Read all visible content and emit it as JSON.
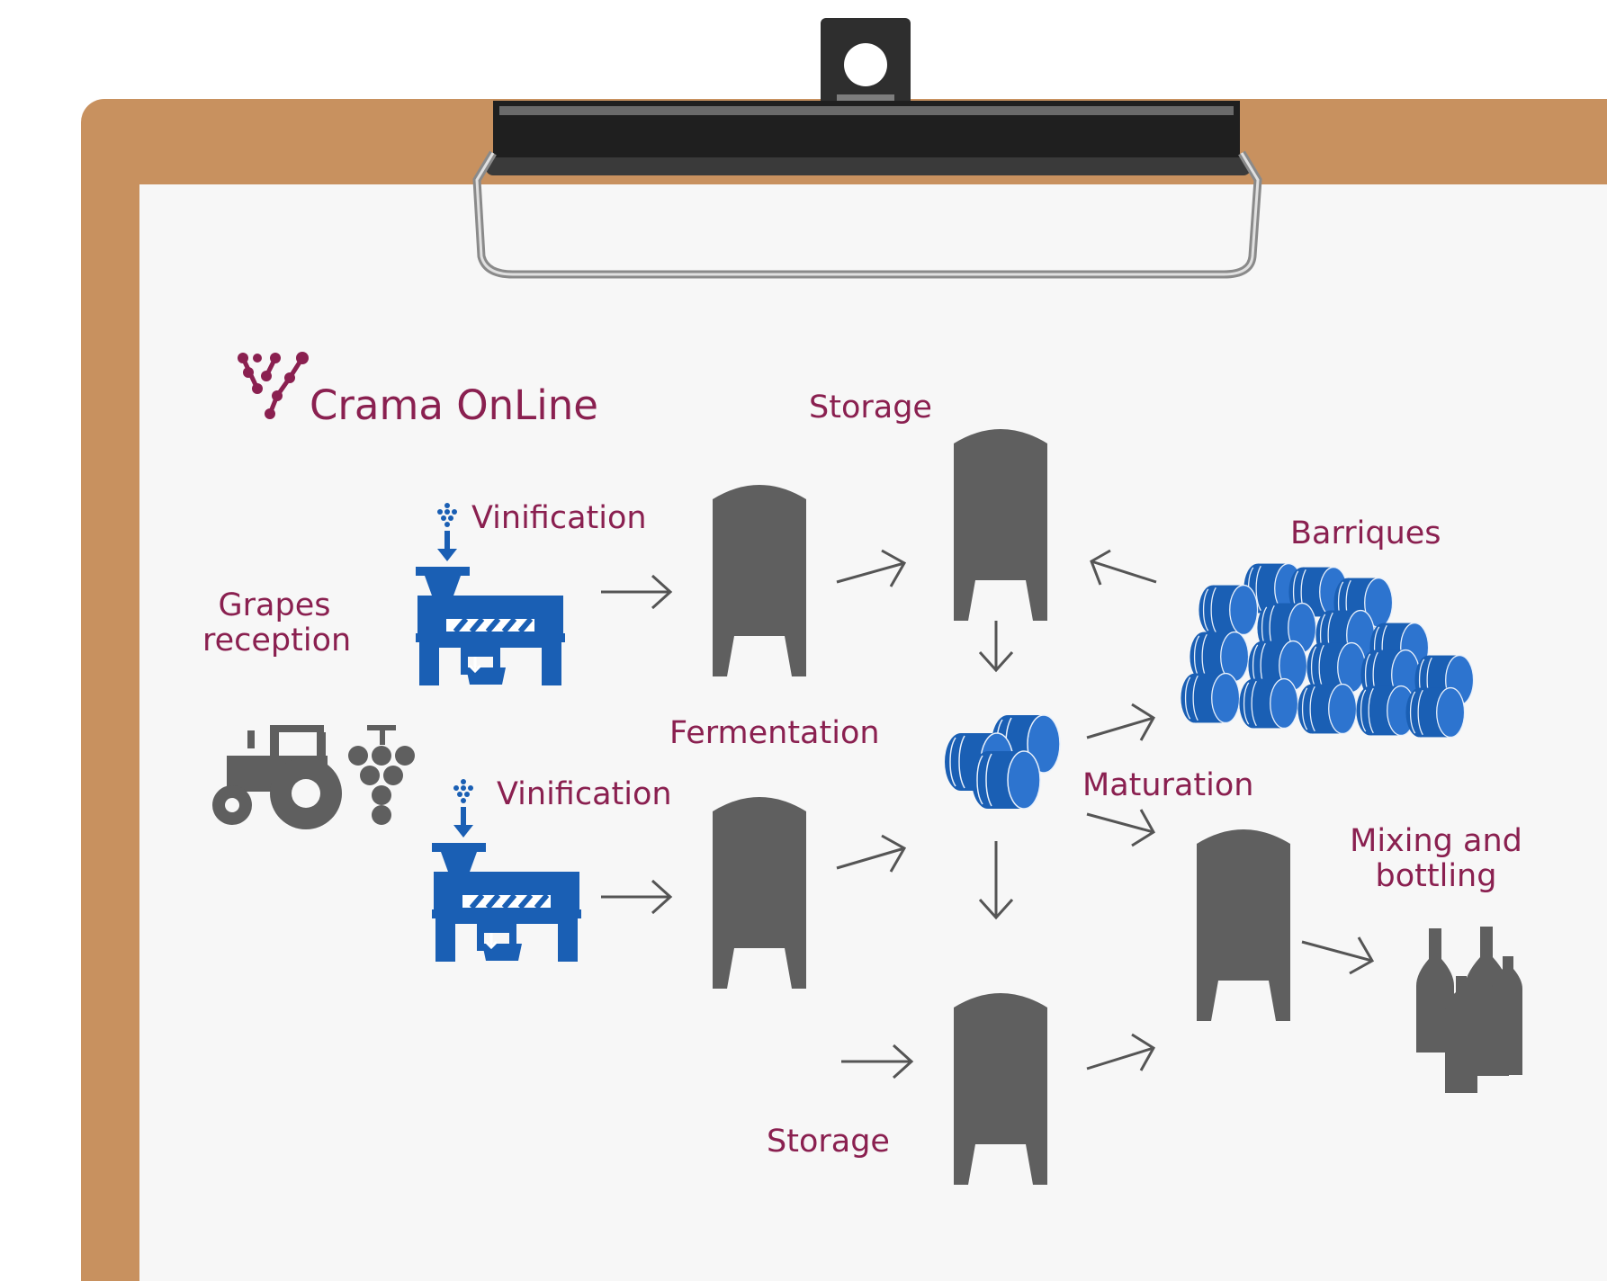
{
  "brand": {
    "name_bold": "Crama",
    "name_light": "OnLine",
    "color": "#8a2050"
  },
  "colors": {
    "label": "#8a2050",
    "equipment": "#1a5fb4",
    "tank": "#5f5f5f",
    "arrow": "#555555",
    "board": "#c8915f"
  },
  "labels": {
    "grapes_reception": "Grapes\nreception",
    "vinification_top": "Vinification",
    "vinification_bottom": "Vinification",
    "fermentation": "Fermentation",
    "storage_top": "Storage",
    "storage_bottom": "Storage",
    "barriques": "Barriques",
    "maturation": "Maturation",
    "mixing_bottling": "Mixing and\nbottling"
  },
  "icons": [
    "logo-icon",
    "tractor-icon",
    "grapes-icon",
    "wine-press-icon",
    "tank-icon",
    "barrel-icon",
    "barrels-stack-icon",
    "bottles-icon",
    "arrow-icon",
    "clipboard-clip-icon"
  ]
}
